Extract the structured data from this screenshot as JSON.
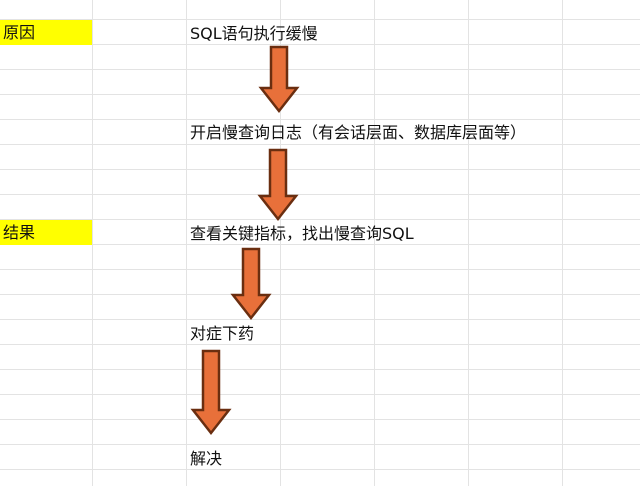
{
  "labels": {
    "cause": "原因",
    "result": "结果"
  },
  "steps": [
    "SQL语句执行缓慢",
    "开启慢查询日志（有会话层面、数据库层面等）",
    "查看关键指标，找出慢查询SQL",
    "对症下药",
    "解决"
  ],
  "colors": {
    "highlight": "#ffff00",
    "arrow_fill": "#e8703a",
    "arrow_stroke": "#6a2e10",
    "gridline": "#e3e3e3"
  },
  "icons": {
    "flow_arrow": "down-arrow-icon"
  }
}
